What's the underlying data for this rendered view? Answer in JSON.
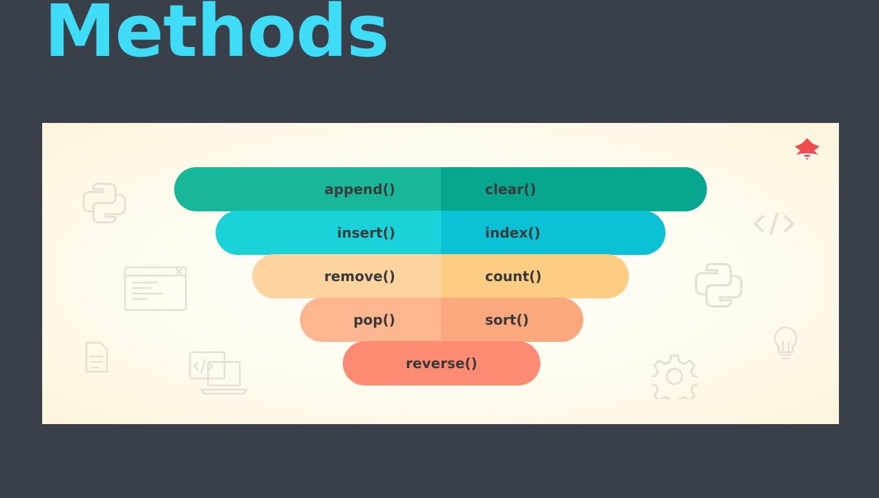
{
  "slide": {
    "title": "Methods"
  },
  "colors": {
    "background": "#3a404a",
    "title": "#3fdcf7",
    "row1_left": "#19b79a",
    "row1_right": "#06a68f",
    "row2_left": "#1ad3d8",
    "row2_right": "#0ac1d5",
    "row3_left": "#fdd39f",
    "row3_right": "#fdcd83",
    "row4_left": "#fdb690",
    "row4_right": "#fca87e",
    "row5": "#ff8b73",
    "logo": "#f04e4e"
  },
  "funnel": {
    "rows": [
      {
        "left": "append()",
        "right": "clear()"
      },
      {
        "left": "insert()",
        "right": "index()"
      },
      {
        "left": "remove()",
        "right": "count()"
      },
      {
        "left": "pop()",
        "right": "sort()"
      },
      {
        "single": "reverse()"
      }
    ]
  },
  "icons": [
    "python-logo-icon",
    "code-window-icon",
    "document-icon",
    "laptop-code-icon",
    "code-brackets-icon",
    "python-logo-icon",
    "lightbulb-icon",
    "gear-icon",
    "brand-logo-icon"
  ]
}
